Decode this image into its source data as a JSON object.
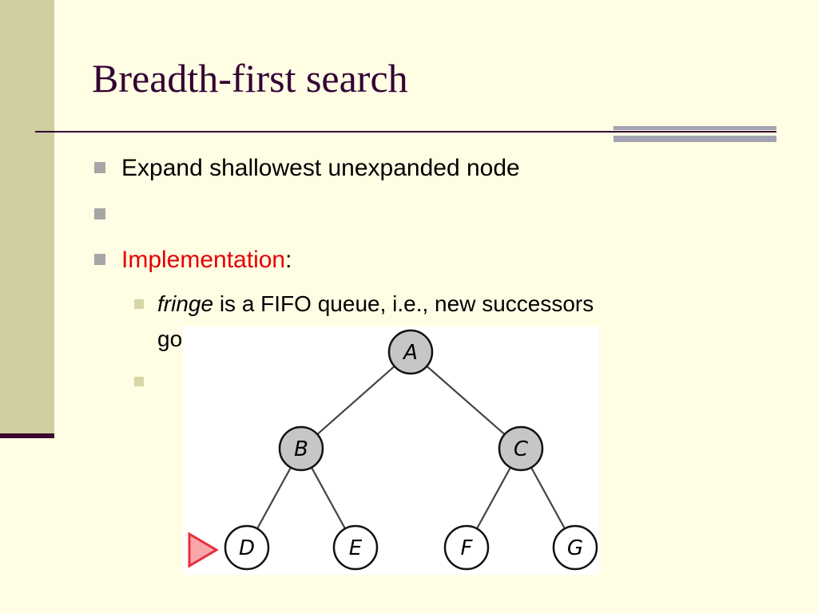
{
  "slide": {
    "title": "Breadth-first search",
    "bullets": [
      {
        "text": "Expand shallowest unexpanded node"
      },
      {
        "text": ""
      },
      {
        "text": "Implementation",
        "suffix": ":"
      }
    ],
    "sub_bullets": [
      {
        "italic_word": "fringe",
        "rest": " is a FIFO queue, i.e., new successors",
        "line2": "go at end"
      },
      {
        "text": ""
      }
    ]
  },
  "tree": {
    "nodes": [
      {
        "label": "A",
        "expanded": true
      },
      {
        "label": "B",
        "expanded": true
      },
      {
        "label": "C",
        "expanded": true
      },
      {
        "label": "D",
        "expanded": false,
        "current": true
      },
      {
        "label": "E",
        "expanded": false
      },
      {
        "label": "F",
        "expanded": false
      },
      {
        "label": "G",
        "expanded": false
      }
    ],
    "edges": [
      [
        "A",
        "B"
      ],
      [
        "A",
        "C"
      ],
      [
        "B",
        "D"
      ],
      [
        "B",
        "E"
      ],
      [
        "C",
        "F"
      ],
      [
        "C",
        "G"
      ]
    ],
    "colors": {
      "expanded_fill": "#C6C6C6",
      "frontier_fill": "#FFFFFF",
      "marker": "#E8303A",
      "marker_fill": "#F8A6AA"
    }
  },
  "theme": {
    "background": "#FFFDE4",
    "sidebar": "#CFCF9F",
    "accent_dark": "#330033",
    "accent_gray": "#A3A3B3",
    "highlight_text": "#E50000"
  }
}
